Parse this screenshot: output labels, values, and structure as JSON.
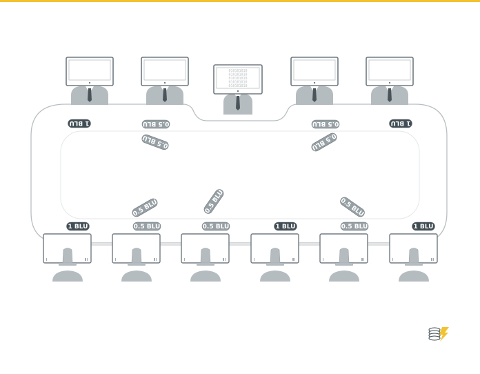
{
  "colors": {
    "accent_bar": "#f2c230",
    "outline": "#b9bec1",
    "person": "#b5bcc0",
    "monitor_border": "#707a80",
    "chip_dark": "#424e55",
    "chip_light": "#97a0a5",
    "logo_yellow": "#f2c230"
  },
  "icons": {
    "dealer": "dealer-monitor-icon",
    "player": "player-monitor-icon",
    "logo": "coin-stack-bolt-icon"
  },
  "top_row": {
    "dealer_screen_text": "010101",
    "bets": [
      {
        "label": "1 BLU"
      },
      {
        "label": "0.5 BLU"
      },
      {
        "label": "0.5 BLU"
      },
      {
        "label": "1 BLU"
      }
    ],
    "tilted_chips": [
      {
        "label": "0.5 BLU"
      },
      {
        "label": "0.5 BLU"
      }
    ]
  },
  "bottom_row": {
    "bets": [
      {
        "label": "1 BLU"
      },
      {
        "label": "0.5 BLU"
      },
      {
        "label": "0.5 BLU"
      },
      {
        "label": "1 BLU"
      },
      {
        "label": "0.5 BLU"
      },
      {
        "label": "1 BLU"
      }
    ],
    "tilted_chips": [
      {
        "label": "0.5 BLU"
      },
      {
        "label": "0.5 BLU"
      },
      {
        "label": "0.5 BLU"
      }
    ],
    "screen_marks": {
      "left": "I",
      "right": "III"
    }
  }
}
